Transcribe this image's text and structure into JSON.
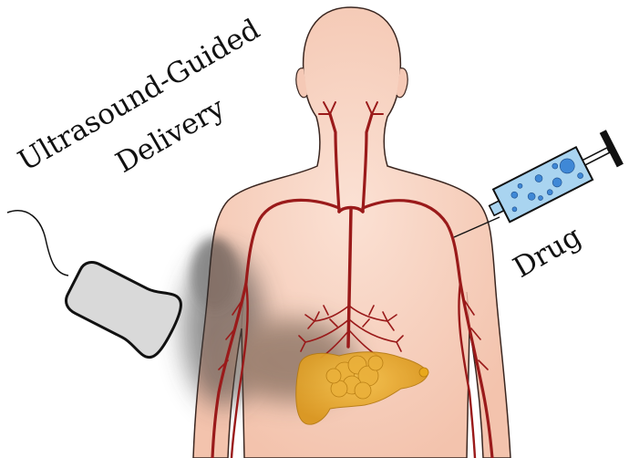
{
  "labels": {
    "title_line1": "Ultrasound-Guided",
    "title_line2": "Delivery",
    "drug": "Drug"
  },
  "colors": {
    "skin": "#f8d3c2",
    "skin_outline": "#3a2620",
    "artery": "#9a1a1a",
    "pancreas": "#e8a81c",
    "syringe_fluid": "#a9d4f0",
    "probe": "#d9d9d9"
  },
  "icons": [
    "ultrasound-probe-icon",
    "syringe-icon",
    "pancreas-icon"
  ]
}
